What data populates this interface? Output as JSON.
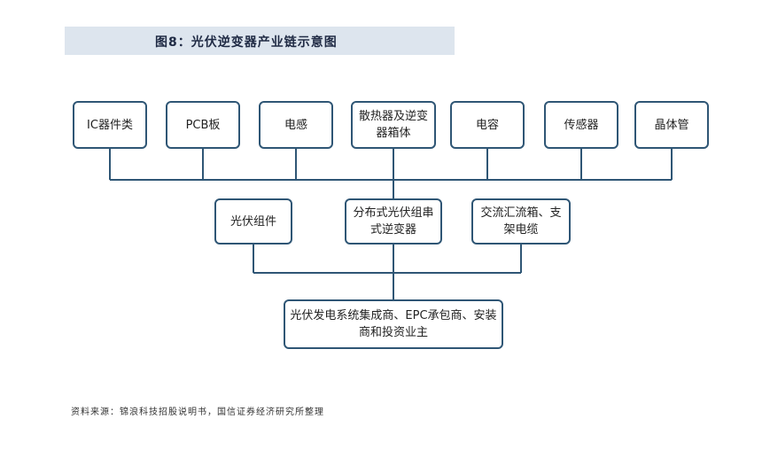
{
  "title": "图8：光伏逆变器产业链示意图",
  "upstream": [
    {
      "id": "u1",
      "label": "IC器件类"
    },
    {
      "id": "u2",
      "label": "PCB板"
    },
    {
      "id": "u3",
      "label": "电感"
    },
    {
      "id": "u4",
      "label": "散热器及逆变器箱体"
    },
    {
      "id": "u5",
      "label": "电容"
    },
    {
      "id": "u6",
      "label": "传感器"
    },
    {
      "id": "u7",
      "label": "晶体管"
    }
  ],
  "midstream": [
    {
      "id": "m1",
      "label": "光伏组件"
    },
    {
      "id": "m2",
      "label": "分布式光伏组串式逆变器"
    },
    {
      "id": "m3",
      "label": "交流汇流箱、支架电缆"
    }
  ],
  "downstream": [
    {
      "id": "d1",
      "label": "光伏发电系统集成商、EPC承包商、安装商和投资业主"
    }
  ],
  "source": "资料来源：锦浪科技招股说明书，国信证券经济研究所整理",
  "colors": {
    "border": "#2f5675",
    "line": "#2f5675",
    "title_bg": "#dde5ee"
  }
}
